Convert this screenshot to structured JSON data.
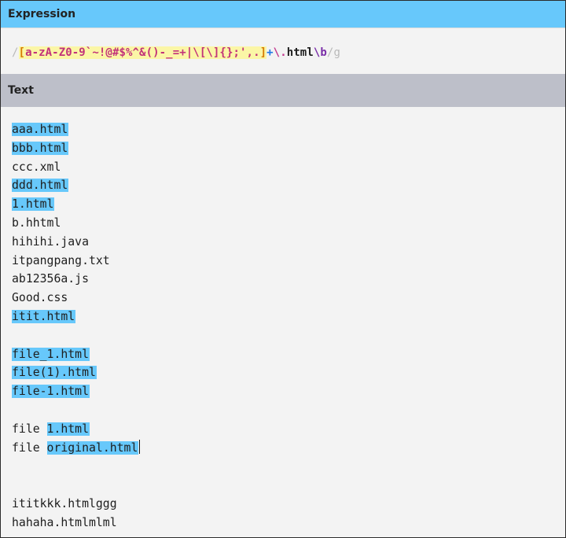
{
  "expression_panel": {
    "title": "Expression",
    "delimiter_open": "/",
    "set_open": "[",
    "set_ranges": "a-zA-Z0-9",
    "set_chars": "`~!@#$%^&()-_=+|",
    "set_escaped_brackets": "\\[\\]",
    "set_chars_tail": "{};',.",
    "set_close": "]",
    "quantifier": "+",
    "escaped_dot": "\\.",
    "literal": "html",
    "word_boundary": "\\b",
    "delimiter_close": "/",
    "flags": "g"
  },
  "text_panel": {
    "title": "Text",
    "lines": [
      {
        "prefix": "",
        "match": "aaa.html",
        "suffix": ""
      },
      {
        "prefix": "",
        "match": "bbb.html",
        "suffix": ""
      },
      {
        "prefix": "ccc.xml",
        "match": "",
        "suffix": ""
      },
      {
        "prefix": "",
        "match": "ddd.html",
        "suffix": ""
      },
      {
        "prefix": "",
        "match": "1.html",
        "suffix": ""
      },
      {
        "prefix": "b.hhtml",
        "match": "",
        "suffix": ""
      },
      {
        "prefix": "hihihi.java",
        "match": "",
        "suffix": ""
      },
      {
        "prefix": "itpangpang.txt",
        "match": "",
        "suffix": ""
      },
      {
        "prefix": "ab12356a.js",
        "match": "",
        "suffix": ""
      },
      {
        "prefix": "Good.css",
        "match": "",
        "suffix": ""
      },
      {
        "prefix": "",
        "match": "itit.html",
        "suffix": ""
      },
      {
        "prefix": "",
        "match": "",
        "suffix": ""
      },
      {
        "prefix": "",
        "match": "file_1.html",
        "suffix": ""
      },
      {
        "prefix": "",
        "match": "file(1).html",
        "suffix": ""
      },
      {
        "prefix": "",
        "match": "file-1.html",
        "suffix": ""
      },
      {
        "prefix": "",
        "match": "",
        "suffix": ""
      },
      {
        "prefix": "file ",
        "match": "1.html",
        "suffix": ""
      },
      {
        "prefix": "file ",
        "match": "original.html",
        "suffix": "",
        "caret": true
      },
      {
        "prefix": "",
        "match": "",
        "suffix": ""
      },
      {
        "prefix": "",
        "match": "",
        "suffix": ""
      },
      {
        "prefix": "ititkkk.htmlggg",
        "match": "",
        "suffix": ""
      },
      {
        "prefix": "hahaha.htmlmlml",
        "match": "",
        "suffix": ""
      }
    ]
  },
  "colors": {
    "expression_header": "#67c8fb",
    "text_header": "#bdbfc9",
    "match_highlight": "#67c8fb",
    "set_background": "#fbf6a6"
  }
}
